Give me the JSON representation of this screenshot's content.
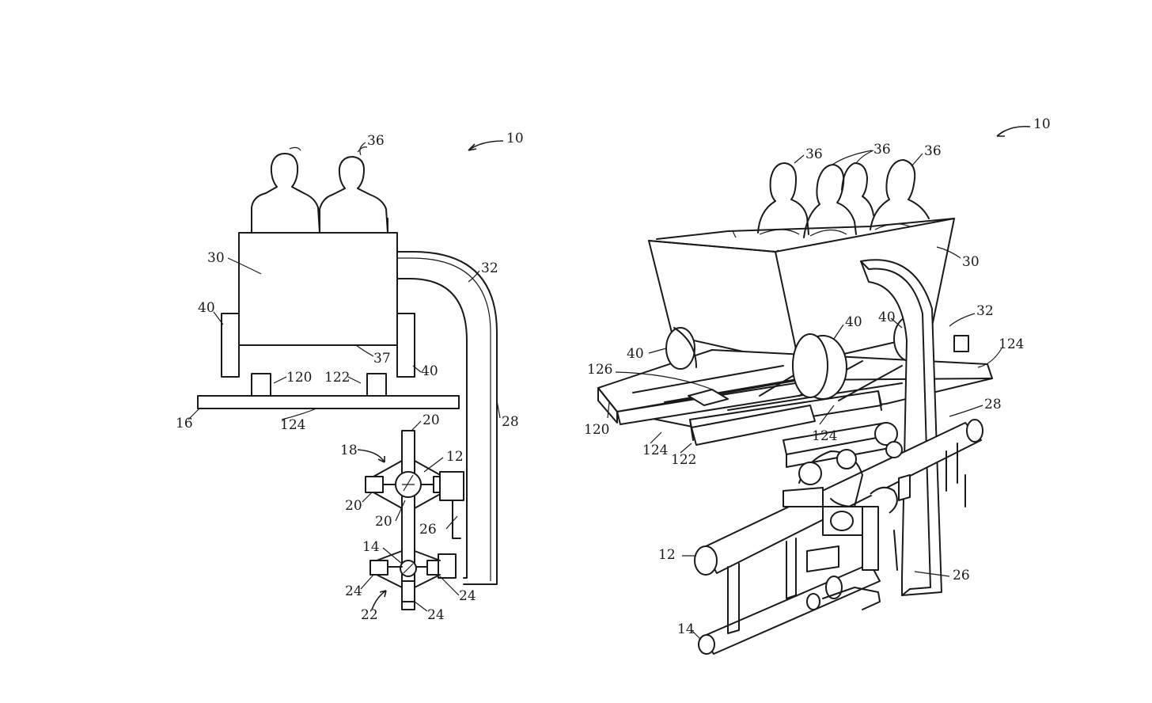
{
  "figure_left": {
    "labels": {
      "ref_10": "10",
      "ref_36": "36",
      "ref_30": "30",
      "ref_32": "32",
      "ref_40_left": "40",
      "ref_40_right": "40",
      "ref_37": "37",
      "ref_120": "120",
      "ref_122": "122",
      "ref_16": "16",
      "ref_124": "124",
      "ref_28": "28",
      "ref_20_top": "20",
      "ref_18": "18",
      "ref_12": "12",
      "ref_20_left": "20",
      "ref_20_mid": "20",
      "ref_26": "26",
      "ref_14": "14",
      "ref_24_left": "24",
      "ref_24_right": "24",
      "ref_22": "22",
      "ref_24_bottom": "24"
    }
  },
  "figure_right": {
    "labels": {
      "ref_10": "10",
      "ref_36_a": "36",
      "ref_36_b": "36",
      "ref_36_c": "36",
      "ref_30": "30",
      "ref_32": "32",
      "ref_40_a": "40",
      "ref_40_b": "40",
      "ref_40_c": "40",
      "ref_124_top": "124",
      "ref_126": "126",
      "ref_28": "28",
      "ref_120": "120",
      "ref_124_a": "124",
      "ref_122": "122",
      "ref_124_b": "124",
      "ref_12": "12",
      "ref_26": "26",
      "ref_14": "14"
    }
  }
}
